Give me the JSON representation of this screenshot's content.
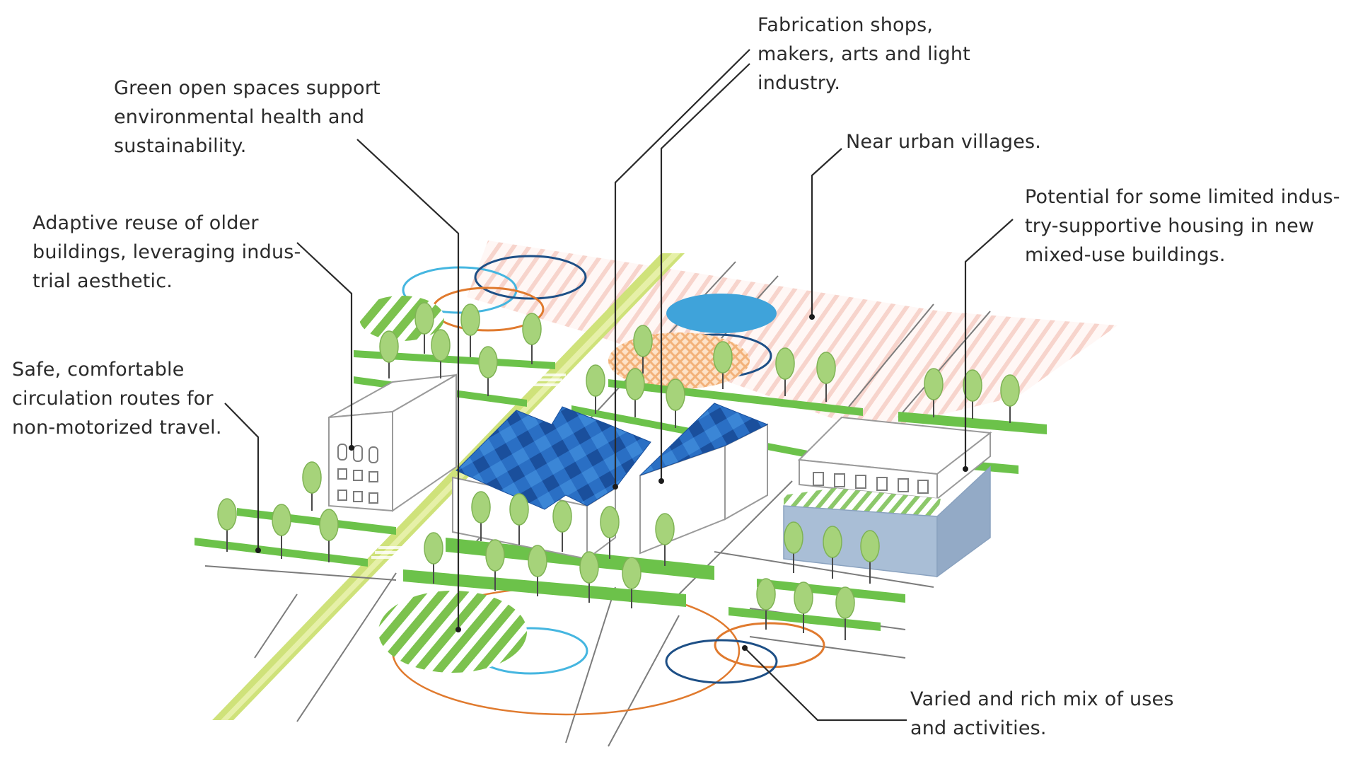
{
  "annotations": {
    "green_spaces": "Green open spaces support\nenvironmental health and\nsustainability.",
    "fabrication": "Fabrication shops,\nmakers, arts and light\nindustry.",
    "urban_villages": "Near urban villages.",
    "adaptive_reuse": "Adaptive reuse of older\nbuildings, leveraging indus-\ntrial aesthetic.",
    "housing": "Potential for some limited indus-\ntry-supportive housing in new\nmixed-use buildings.",
    "circulation": "Safe, comfortable\ncirculation routes for\nnon-motorized travel.",
    "mix_of_uses": "Varied and rich mix of uses\nand activities."
  },
  "colors": {
    "green_space": "#6cc24a",
    "bike_path": "#c9e06a",
    "solar_blue": "#1f5fb0",
    "pond_blue": "#3fa3da",
    "ring_orange": "#e07a2e",
    "ring_navy": "#1d4f86",
    "ring_cyan": "#45b6e0",
    "village_hatch": "#f2b8ad",
    "mixed_use_facade": "#a9bed6"
  },
  "icons": [
    "tree-icon",
    "leader-dot-icon",
    "solar-panel-roof"
  ]
}
